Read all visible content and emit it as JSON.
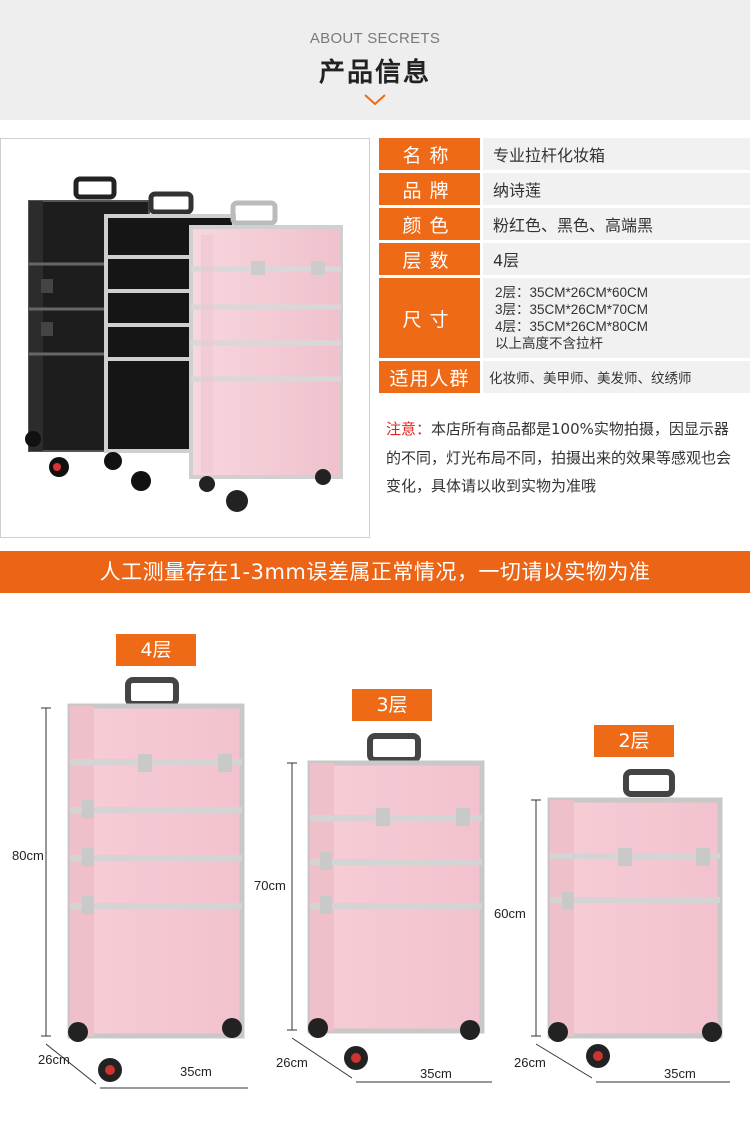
{
  "header": {
    "subtitle": "ABOUT SECRETS",
    "title": "产品信息"
  },
  "spec": {
    "name_label": "名称",
    "name_value": "专业拉杆化妆箱",
    "brand_label": "品牌",
    "brand_value": "纳诗莲",
    "color_label": "颜色",
    "color_value": "粉红色、黑色、高端黑",
    "layers_label": "层数",
    "layers_value": "4层",
    "size_label": "尺寸",
    "size_lines": [
      "2层：35CM*26CM*60CM",
      "3层：35CM*26CM*70CM",
      "4层：35CM*26CM*80CM",
      "以上高度不含拉杆"
    ],
    "audience_label": "适用人群",
    "audience_value": "化妆师、美甲师、美发师、纹绣师"
  },
  "note": {
    "prefix": "注意：",
    "text": "本店所有商品都是100%实物拍摄，因显示器的不同，灯光布局不同，拍摄出来的效果等感观也会变化，具体请以收到实物为准哦"
  },
  "banner": "人工测量存在1-3mm误差属正常情况，一切请以实物为准",
  "showcase": {
    "four": {
      "tag": "4层",
      "height": "80cm",
      "depth": "26cm",
      "width": "35cm"
    },
    "three": {
      "tag": "3层",
      "height": "70cm",
      "depth": "26cm",
      "width": "35cm"
    },
    "two": {
      "tag": "2层",
      "height": "60cm",
      "depth": "26cm",
      "width": "35cm"
    }
  },
  "colors": {
    "accent": "#ef6a16",
    "pink": "#f4c9d3",
    "silver": "#c9c9c9"
  }
}
